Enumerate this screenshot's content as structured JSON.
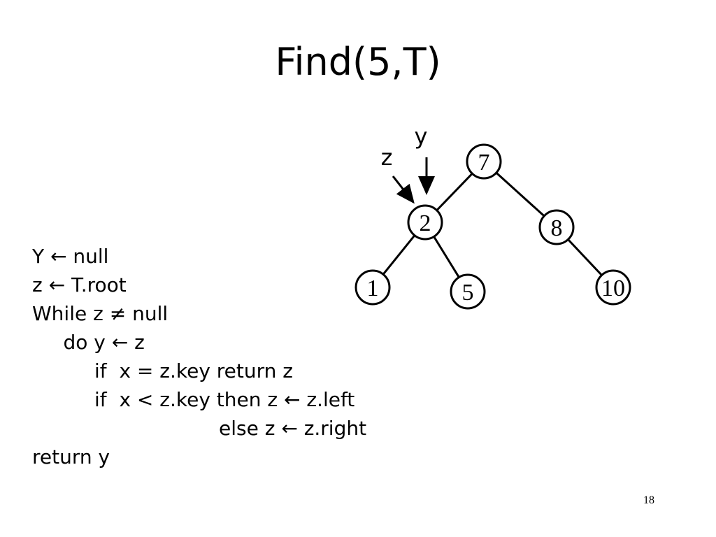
{
  "slide": {
    "title": "Find(5,T)",
    "page_number": "18"
  },
  "code_lines": [
    "Y ← null",
    "z ← T.root",
    "While z ≠ null",
    "     do y ← z",
    "          if  x = z.key return z",
    "          if  x < z.key then z ← z.left",
    "                              else z ← z.right",
    "return y"
  ],
  "tree": {
    "nodes": [
      {
        "id": "n7",
        "label": "7"
      },
      {
        "id": "n2",
        "label": "2"
      },
      {
        "id": "n8",
        "label": "8"
      },
      {
        "id": "n1",
        "label": "1"
      },
      {
        "id": "n5",
        "label": "5"
      },
      {
        "id": "n10",
        "label": "10"
      }
    ],
    "edges": [
      [
        "n7",
        "n2"
      ],
      [
        "n7",
        "n8"
      ],
      [
        "n2",
        "n1"
      ],
      [
        "n2",
        "n5"
      ],
      [
        "n8",
        "n10"
      ]
    ],
    "pointers": [
      {
        "label": "z",
        "target": "n2"
      },
      {
        "label": "y",
        "target": "n2"
      }
    ]
  }
}
